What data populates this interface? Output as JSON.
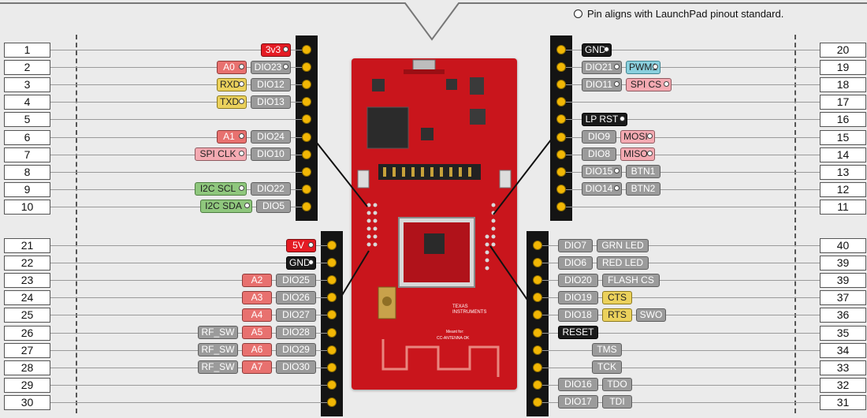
{
  "legend": {
    "text": "Pin aligns with LaunchPad pinout standard."
  },
  "colors": {
    "dio": "#9b9b9b",
    "analog": "#e8716f",
    "uart": "#ebd15c",
    "spi": "#f4aab2",
    "i2c": "#8fc77d",
    "pwm": "#8ad0de",
    "power": "#e41b23",
    "ground": "#1a1a1a",
    "pin_header": "#f2b705",
    "board": "#c9151c"
  },
  "board_silkscreen": {
    "brand": "TEXAS INSTRUMENTS",
    "note_line1": "Meant for:",
    "note_line2": "CC-ANTENNA-DK"
  },
  "headers": {
    "left_top": [
      {
        "pin": "1",
        "labels": [
          {
            "text": "3v3",
            "color": "red",
            "dot": true
          }
        ]
      },
      {
        "pin": "2",
        "labels": [
          {
            "text": "A0",
            "color": "analog",
            "dot": true
          },
          {
            "text": "DIO23",
            "color": "dio",
            "dot": true
          }
        ]
      },
      {
        "pin": "3",
        "labels": [
          {
            "text": "RXD",
            "color": "uart",
            "dot": true
          },
          {
            "text": "DIO12",
            "color": "dio",
            "dot": false
          }
        ]
      },
      {
        "pin": "4",
        "labels": [
          {
            "text": "TXD",
            "color": "uart",
            "dot": true
          },
          {
            "text": "DIO13",
            "color": "dio",
            "dot": false
          }
        ]
      },
      {
        "pin": "5",
        "labels": []
      },
      {
        "pin": "6",
        "labels": [
          {
            "text": "A1",
            "color": "analog",
            "dot": true
          },
          {
            "text": "DIO24",
            "color": "dio",
            "dot": false
          }
        ]
      },
      {
        "pin": "7",
        "labels": [
          {
            "text": "SPI CLK",
            "color": "spi",
            "dot": true
          },
          {
            "text": "DIO10",
            "color": "dio",
            "dot": false
          }
        ]
      },
      {
        "pin": "8",
        "labels": []
      },
      {
        "pin": "9",
        "labels": [
          {
            "text": "I2C SCL",
            "color": "i2c",
            "dot": true
          },
          {
            "text": "DIO22",
            "color": "dio",
            "dot": false
          }
        ]
      },
      {
        "pin": "10",
        "labels": [
          {
            "text": "I2C SDA",
            "color": "i2c",
            "dot": true
          },
          {
            "text": "DIO5",
            "color": "dio",
            "dot": false
          }
        ]
      }
    ],
    "left_bottom": [
      {
        "pin": "21",
        "labels": [
          {
            "text": "5V",
            "color": "red",
            "dot": true
          }
        ]
      },
      {
        "pin": "22",
        "labels": [
          {
            "text": "GND",
            "color": "black",
            "dot": true
          }
        ]
      },
      {
        "pin": "23",
        "labels": [
          {
            "text": "A2",
            "color": "analog",
            "dot": false
          },
          {
            "text": "DIO25",
            "color": "dio",
            "dot": false
          }
        ]
      },
      {
        "pin": "24",
        "labels": [
          {
            "text": "A3",
            "color": "analog",
            "dot": false
          },
          {
            "text": "DIO26",
            "color": "dio",
            "dot": false
          }
        ]
      },
      {
        "pin": "25",
        "labels": [
          {
            "text": "A4",
            "color": "analog",
            "dot": false
          },
          {
            "text": "DIO27",
            "color": "dio",
            "dot": false
          }
        ]
      },
      {
        "pin": "26",
        "labels": [
          {
            "text": "RF_SW",
            "color": "dio",
            "dot": false
          },
          {
            "text": "A5",
            "color": "analog",
            "dot": false
          },
          {
            "text": "DIO28",
            "color": "dio",
            "dot": false
          }
        ]
      },
      {
        "pin": "27",
        "labels": [
          {
            "text": "RF_SW",
            "color": "dio",
            "dot": false
          },
          {
            "text": "A6",
            "color": "analog",
            "dot": false
          },
          {
            "text": "DIO29",
            "color": "dio",
            "dot": false
          }
        ]
      },
      {
        "pin": "28",
        "labels": [
          {
            "text": "RF_SW",
            "color": "dio",
            "dot": false
          },
          {
            "text": "A7",
            "color": "analog",
            "dot": false
          },
          {
            "text": "DIO30",
            "color": "dio",
            "dot": false
          }
        ]
      },
      {
        "pin": "29",
        "labels": []
      },
      {
        "pin": "30",
        "labels": []
      }
    ],
    "right_top": [
      {
        "pin": "20",
        "labels": [
          {
            "text": "GND",
            "color": "black",
            "dot": true
          }
        ]
      },
      {
        "pin": "19",
        "labels": [
          {
            "text": "DIO21",
            "color": "dio",
            "dot": true
          },
          {
            "text": "PWM1",
            "color": "pwm",
            "dot": true
          }
        ]
      },
      {
        "pin": "18",
        "labels": [
          {
            "text": "DIO11",
            "color": "dio",
            "dot": true
          },
          {
            "text": "SPI CS",
            "color": "spi",
            "dot": true
          }
        ]
      },
      {
        "pin": "17",
        "labels": []
      },
      {
        "pin": "16",
        "labels": [
          {
            "text": "LP RST",
            "color": "black",
            "dot": true
          }
        ]
      },
      {
        "pin": "15",
        "labels": [
          {
            "text": "DIO9",
            "color": "dio",
            "dot": false
          },
          {
            "text": "MOSI",
            "color": "spi",
            "dot": true
          }
        ]
      },
      {
        "pin": "14",
        "labels": [
          {
            "text": "DIO8",
            "color": "dio",
            "dot": false
          },
          {
            "text": "MISO",
            "color": "spi",
            "dot": true
          }
        ]
      },
      {
        "pin": "13",
        "labels": [
          {
            "text": "DIO15",
            "color": "dio",
            "dot": true
          },
          {
            "text": "BTN1",
            "color": "dio",
            "dot": false
          }
        ]
      },
      {
        "pin": "12",
        "labels": [
          {
            "text": "DIO14",
            "color": "dio",
            "dot": true
          },
          {
            "text": "BTN2",
            "color": "dio",
            "dot": false
          }
        ]
      },
      {
        "pin": "11",
        "labels": []
      }
    ],
    "right_bottom": [
      {
        "pin": "40",
        "labels": [
          {
            "text": "DIO7",
            "color": "dio",
            "dot": false
          },
          {
            "text": "GRN LED",
            "color": "dio",
            "dot": false
          }
        ]
      },
      {
        "pin": "39",
        "labels": [
          {
            "text": "DIO6",
            "color": "dio",
            "dot": false
          },
          {
            "text": "RED LED",
            "color": "dio",
            "dot": false
          }
        ]
      },
      {
        "pin": "39",
        "labels": [
          {
            "text": "DIO20",
            "color": "dio",
            "dot": false
          },
          {
            "text": "FLASH CS",
            "color": "dio",
            "dot": false
          }
        ]
      },
      {
        "pin": "37",
        "labels": [
          {
            "text": "DIO19",
            "color": "dio",
            "dot": false
          },
          {
            "text": "CTS",
            "color": "uart",
            "dot": false
          }
        ]
      },
      {
        "pin": "36",
        "labels": [
          {
            "text": "DIO18",
            "color": "dio",
            "dot": false
          },
          {
            "text": "RTS",
            "color": "uart",
            "dot": false
          },
          {
            "text": "SWO",
            "color": "dio",
            "dot": false
          }
        ]
      },
      {
        "pin": "35",
        "labels": [
          {
            "text": "RESET",
            "color": "black",
            "dot": false
          }
        ]
      },
      {
        "pin": "34",
        "labels": [
          {
            "text": "",
            "color": "none",
            "dot": false
          },
          {
            "text": "TMS",
            "color": "dio",
            "dot": false
          }
        ]
      },
      {
        "pin": "33",
        "labels": [
          {
            "text": "",
            "color": "none",
            "dot": false
          },
          {
            "text": "TCK",
            "color": "dio",
            "dot": false
          }
        ]
      },
      {
        "pin": "32",
        "labels": [
          {
            "text": "DIO16",
            "color": "dio",
            "dot": false
          },
          {
            "text": "TDO",
            "color": "dio",
            "dot": false
          }
        ]
      },
      {
        "pin": "31",
        "labels": [
          {
            "text": "DIO17",
            "color": "dio",
            "dot": false
          },
          {
            "text": "TDI",
            "color": "dio",
            "dot": false
          }
        ]
      }
    ]
  }
}
